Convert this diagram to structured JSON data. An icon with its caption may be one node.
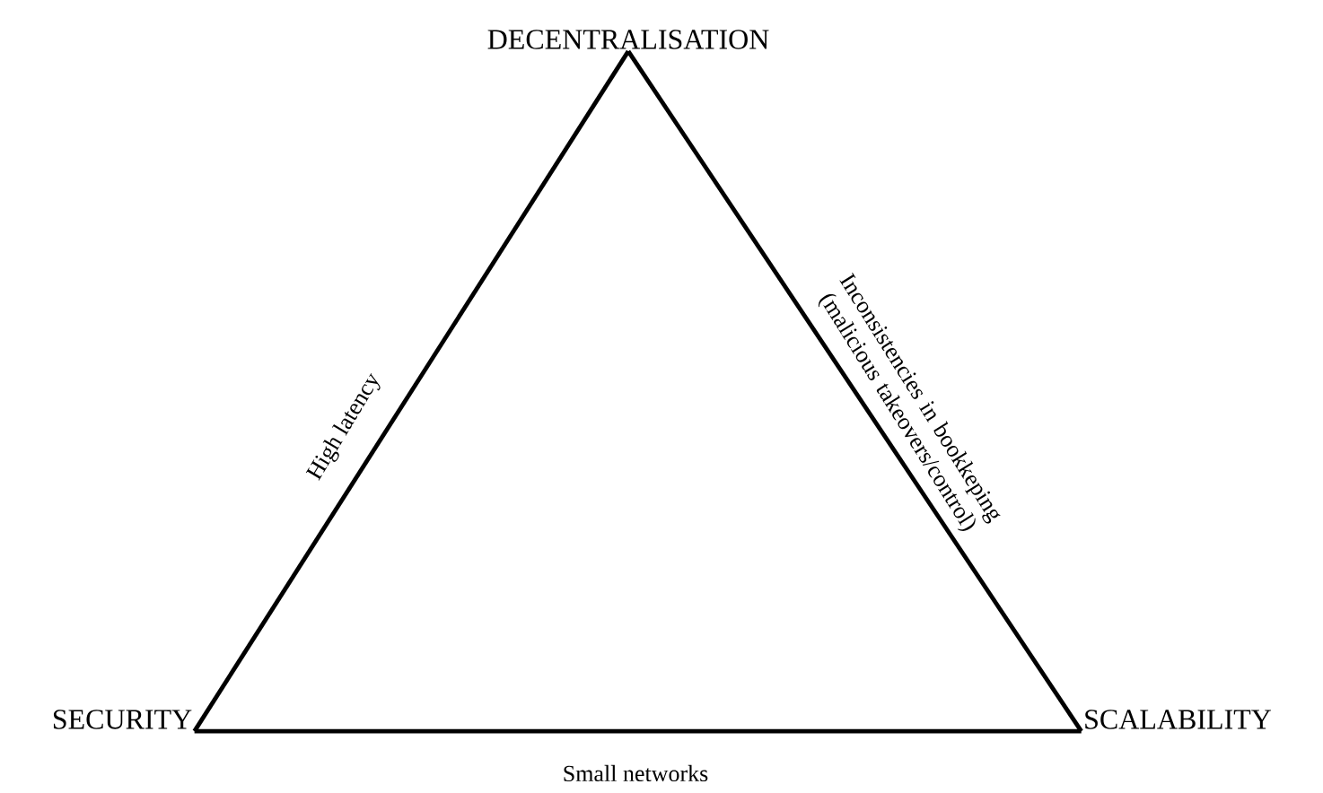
{
  "diagram": {
    "nodes": [
      {
        "text": [
          "DECENTRALISATION"
        ]
      },
      {
        "text": [
          "SECURITY"
        ]
      },
      {
        "text": [
          "SCALABILITY"
        ]
      }
    ],
    "edges": [
      {
        "from": 1,
        "to": 0,
        "arrow": "none",
        "label": "High latency"
      },
      {
        "from": 0,
        "to": 2,
        "arrow": "none",
        "label": "Inconsistencies in bookkeping (malicious takeovers/control)"
      },
      {
        "from": 1,
        "to": 2,
        "arrow": "none",
        "label": "Small networks"
      }
    ]
  }
}
